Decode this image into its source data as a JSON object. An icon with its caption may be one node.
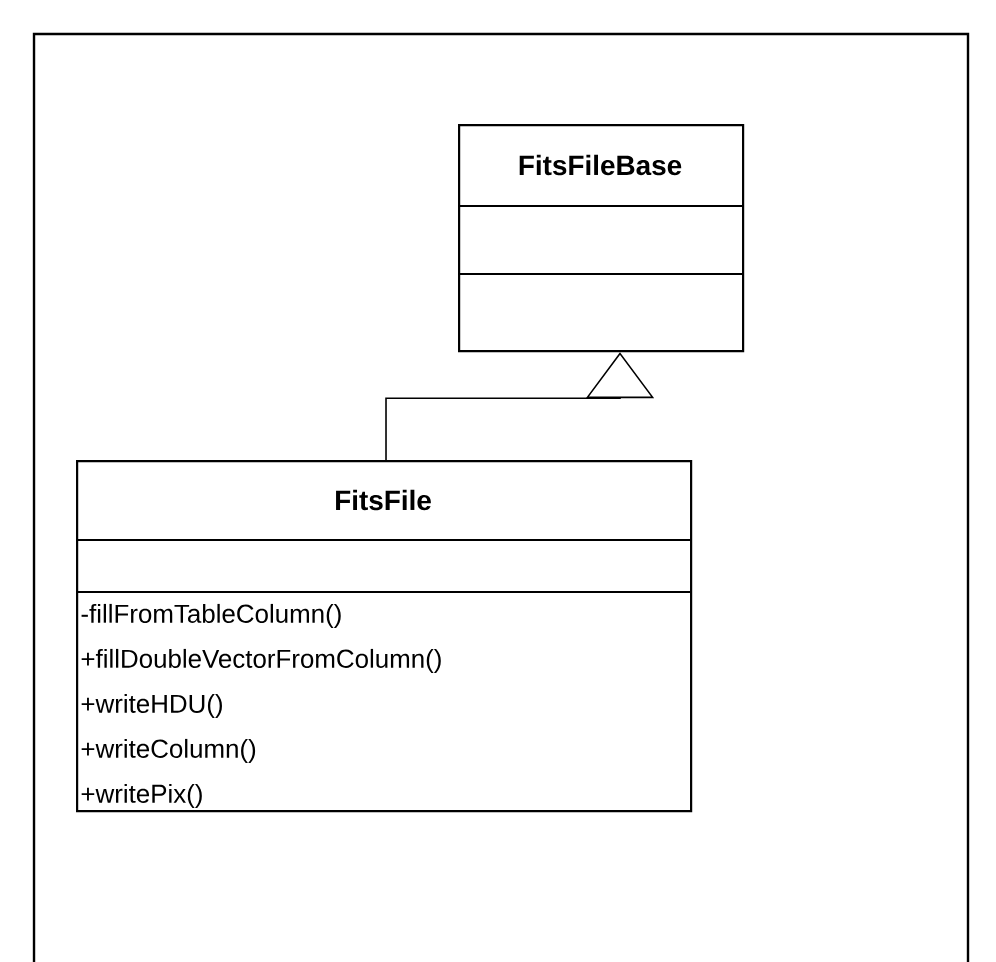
{
  "diagram": {
    "nodes": [
      {
        "text": [
          "FitsFileBase"
        ]
      },
      {
        "text": [
          "FitsFile",
          "-fillFromTableColumn()",
          "+fillDoubleVectorFromColumn()",
          "+writeHDU()",
          "+writeColumn()",
          "+writePix()"
        ]
      }
    ],
    "edges": [
      {
        "from": 1,
        "to": 0,
        "arrow": "to"
      }
    ]
  }
}
